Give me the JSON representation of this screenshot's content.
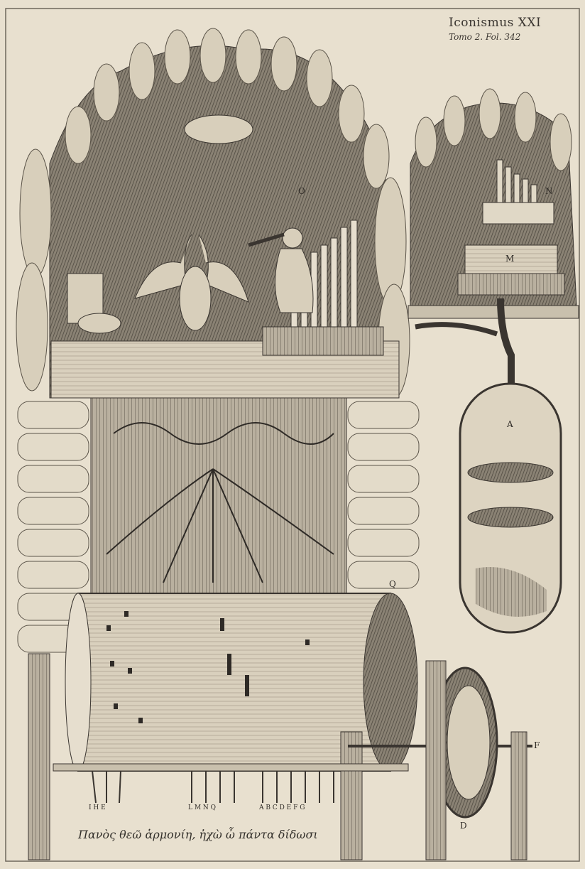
{
  "plate": {
    "title": "Iconismus XXI",
    "reference": "Tomo 2. Fol. 342"
  },
  "caption": "Πανὸς θεῶ ἁρμονίη, ἠχὼ ὦ πάντα δίδωσι",
  "labels": {
    "tank": "A",
    "organ_box": "M",
    "organ_pipes": "N",
    "satyr": "O",
    "cylinder_end": "Q",
    "axle": "F",
    "wheel": "D",
    "keys_left": "I H E",
    "keys_middle": "L M N Q",
    "keys_right": "A B C D E F G"
  },
  "colors": {
    "paper": "#e8e0cf",
    "ink": "#3a3530",
    "shade": "#6e675c"
  }
}
